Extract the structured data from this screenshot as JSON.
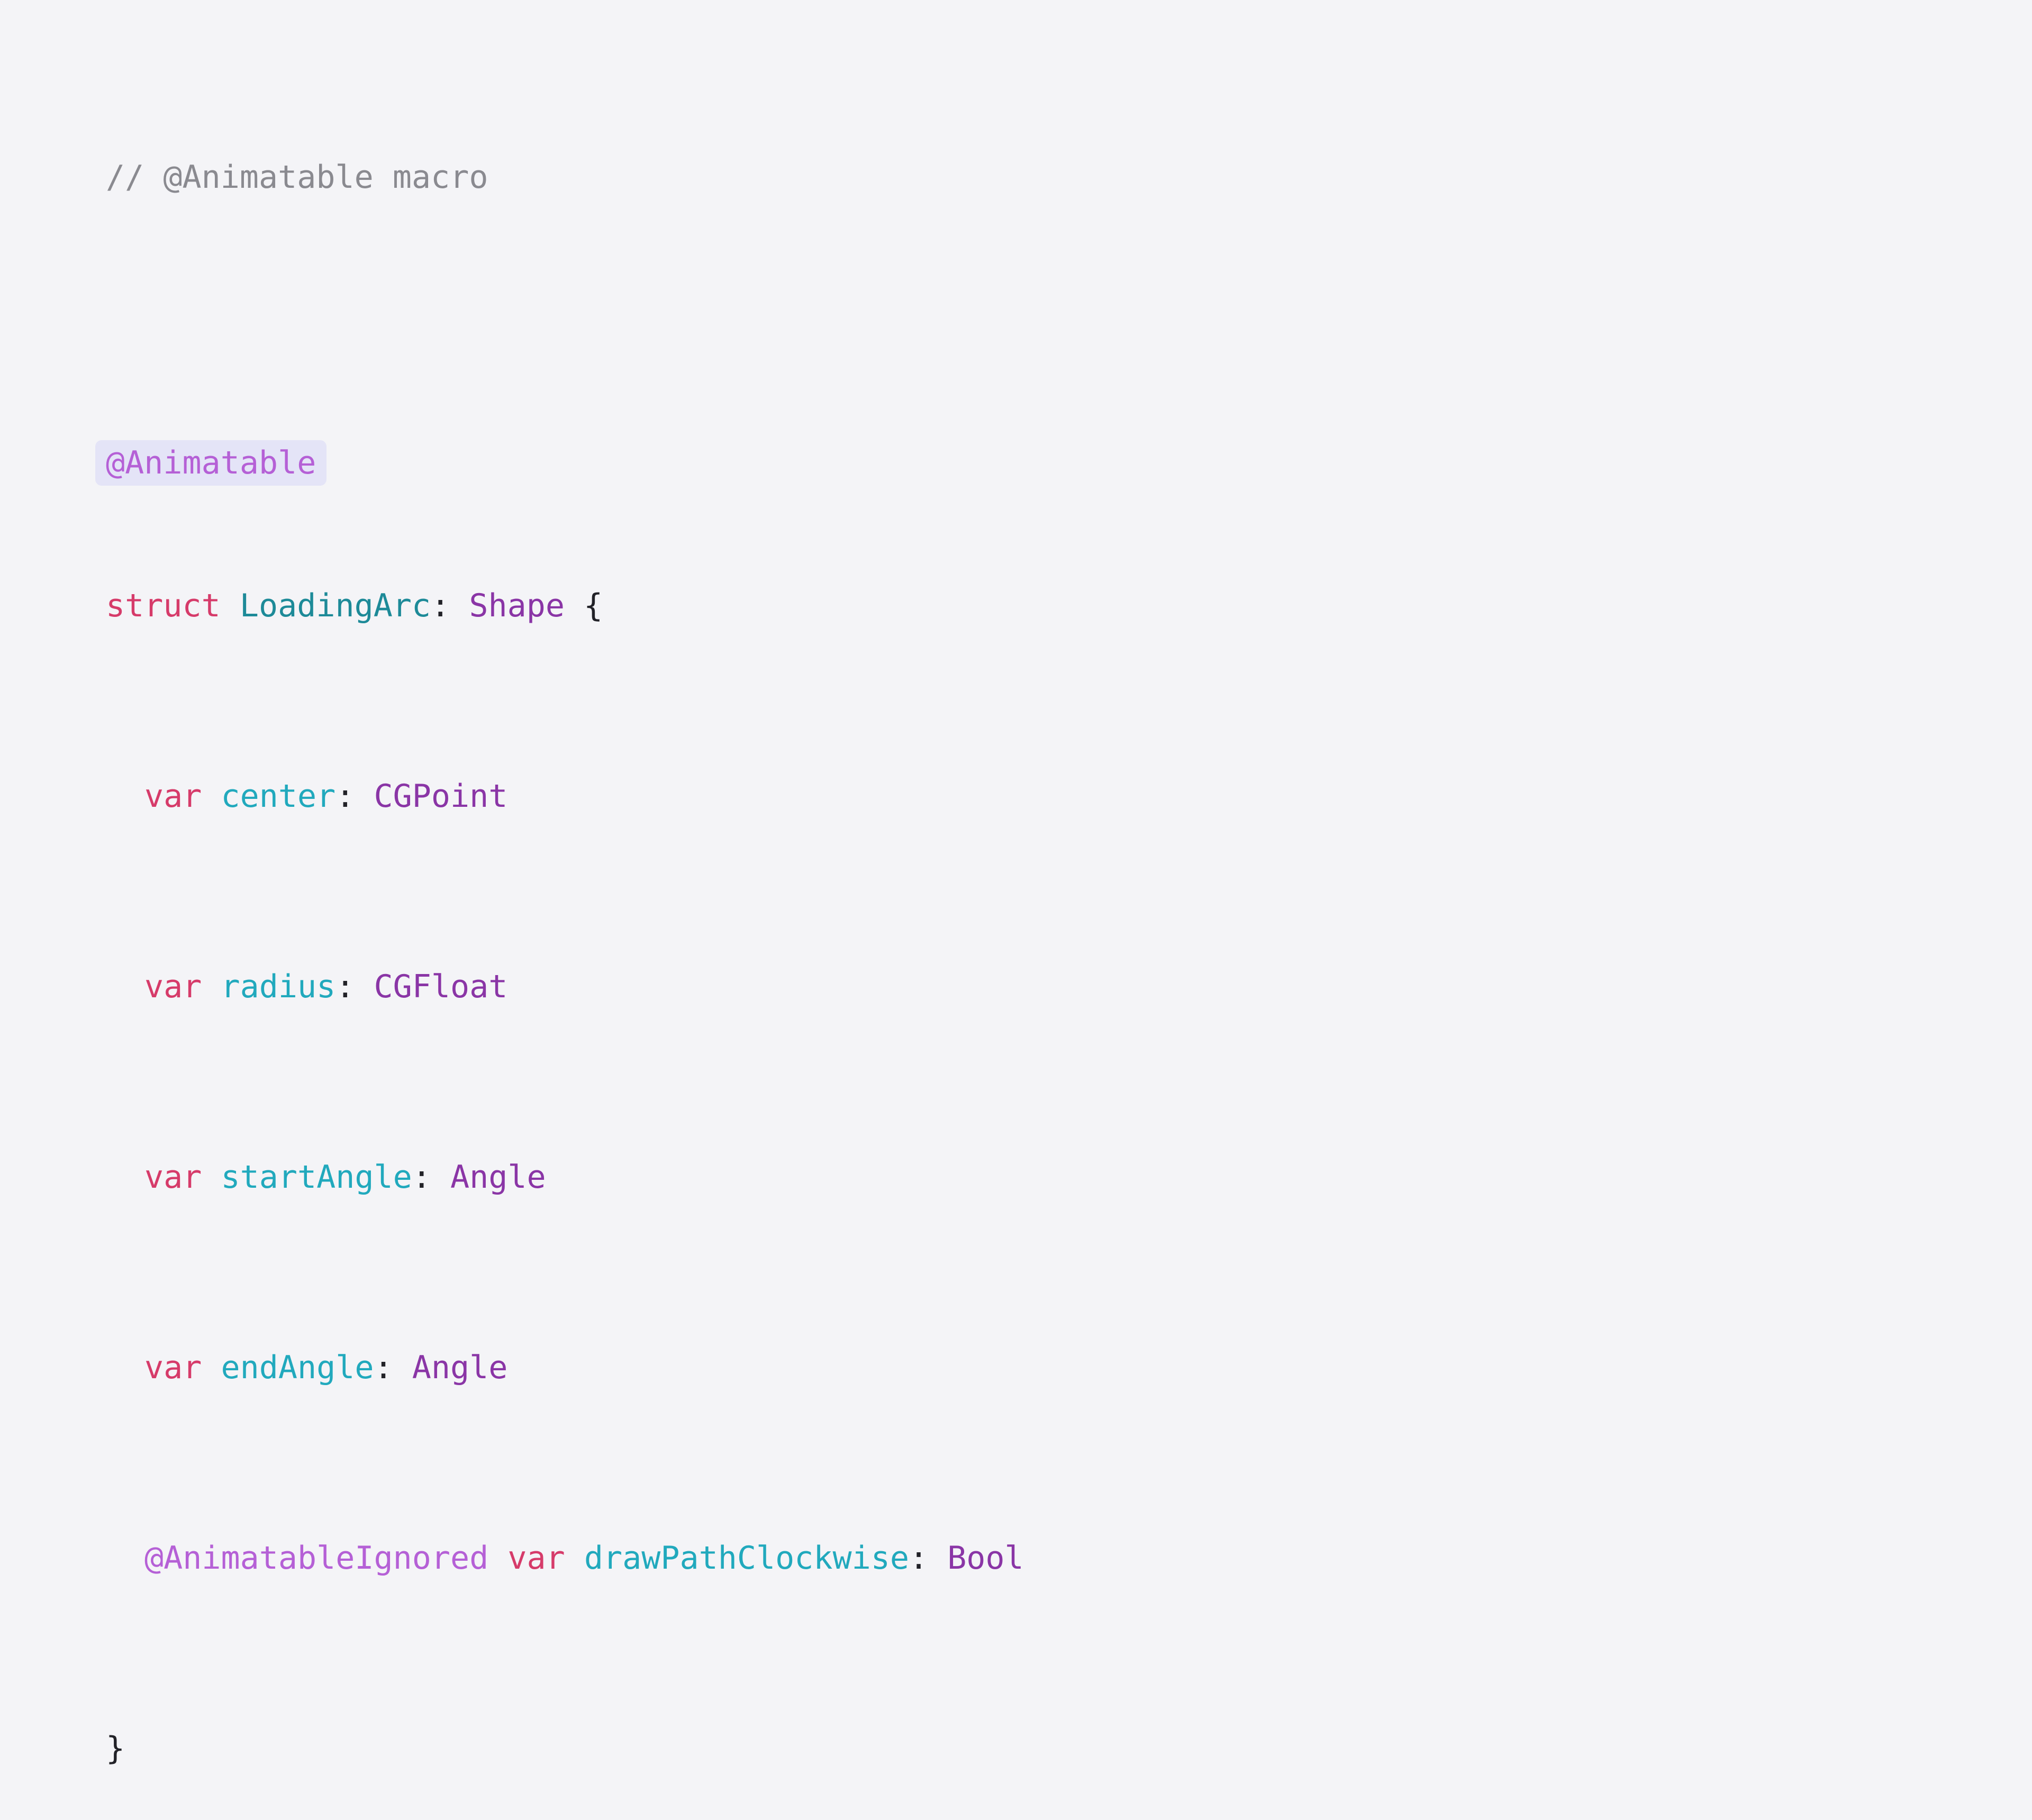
{
  "code": {
    "comment": "// @Animatable macro",
    "macro": "@Animatable",
    "struct_keyword": "struct",
    "struct_name": "LoadingArc",
    "protocol": "Shape",
    "open_brace": "{",
    "close_brace": "}",
    "properties": [
      {
        "keyword": "var",
        "name": "center",
        "type": "CGPoint"
      },
      {
        "keyword": "var",
        "name": "radius",
        "type": "CGFloat"
      },
      {
        "keyword": "var",
        "name": "startAngle",
        "type": "Angle"
      },
      {
        "keyword": "var",
        "name": "endAngle",
        "type": "Angle"
      },
      {
        "attribute": "@AnimatableIgnored",
        "keyword": "var",
        "name": "drawPathClockwise",
        "type": "Bool"
      }
    ]
  },
  "colors": {
    "background": "#f4f4f7",
    "keyword": "#d63b6a",
    "type_name": "#1d8a98",
    "property": "#21a9bd",
    "type": "#8a35a6",
    "attribute": "#b560d6",
    "comment": "#8a8a90",
    "highlight": "#e4e4f7"
  }
}
